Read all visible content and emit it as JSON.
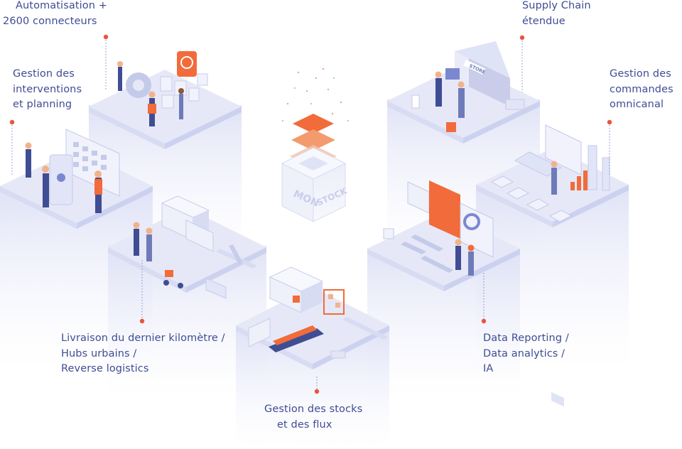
{
  "center": {
    "cube_line1": "MON",
    "cube_line2": "STOCK"
  },
  "labels": {
    "automatisation": [
      "Automatisation +",
      "2600 connecteurs"
    ],
    "interventions": [
      "Gestion des",
      "interventions",
      "et planning"
    ],
    "supply_chain": [
      "Supply Chain",
      "étendue"
    ],
    "commandes": [
      "Gestion des",
      "commandes",
      "omnicanal"
    ],
    "livraison": [
      "Livraison du dernier kilomètre /",
      "Hubs urbains /",
      "Reverse logistics"
    ],
    "reporting": [
      "Data Reporting /",
      "Data analytics /",
      "IA"
    ],
    "stocks": [
      "Gestion des stocks",
      "et des flux"
    ]
  },
  "scene_labels": {
    "store_sign": "STORE"
  },
  "colors": {
    "label_text": "#3f4d93",
    "dot_accent": "#e8553e",
    "platform_top": "#e6e8f8",
    "platform_side": "#d4d8f1",
    "brand_orange": "#f26b3a"
  }
}
